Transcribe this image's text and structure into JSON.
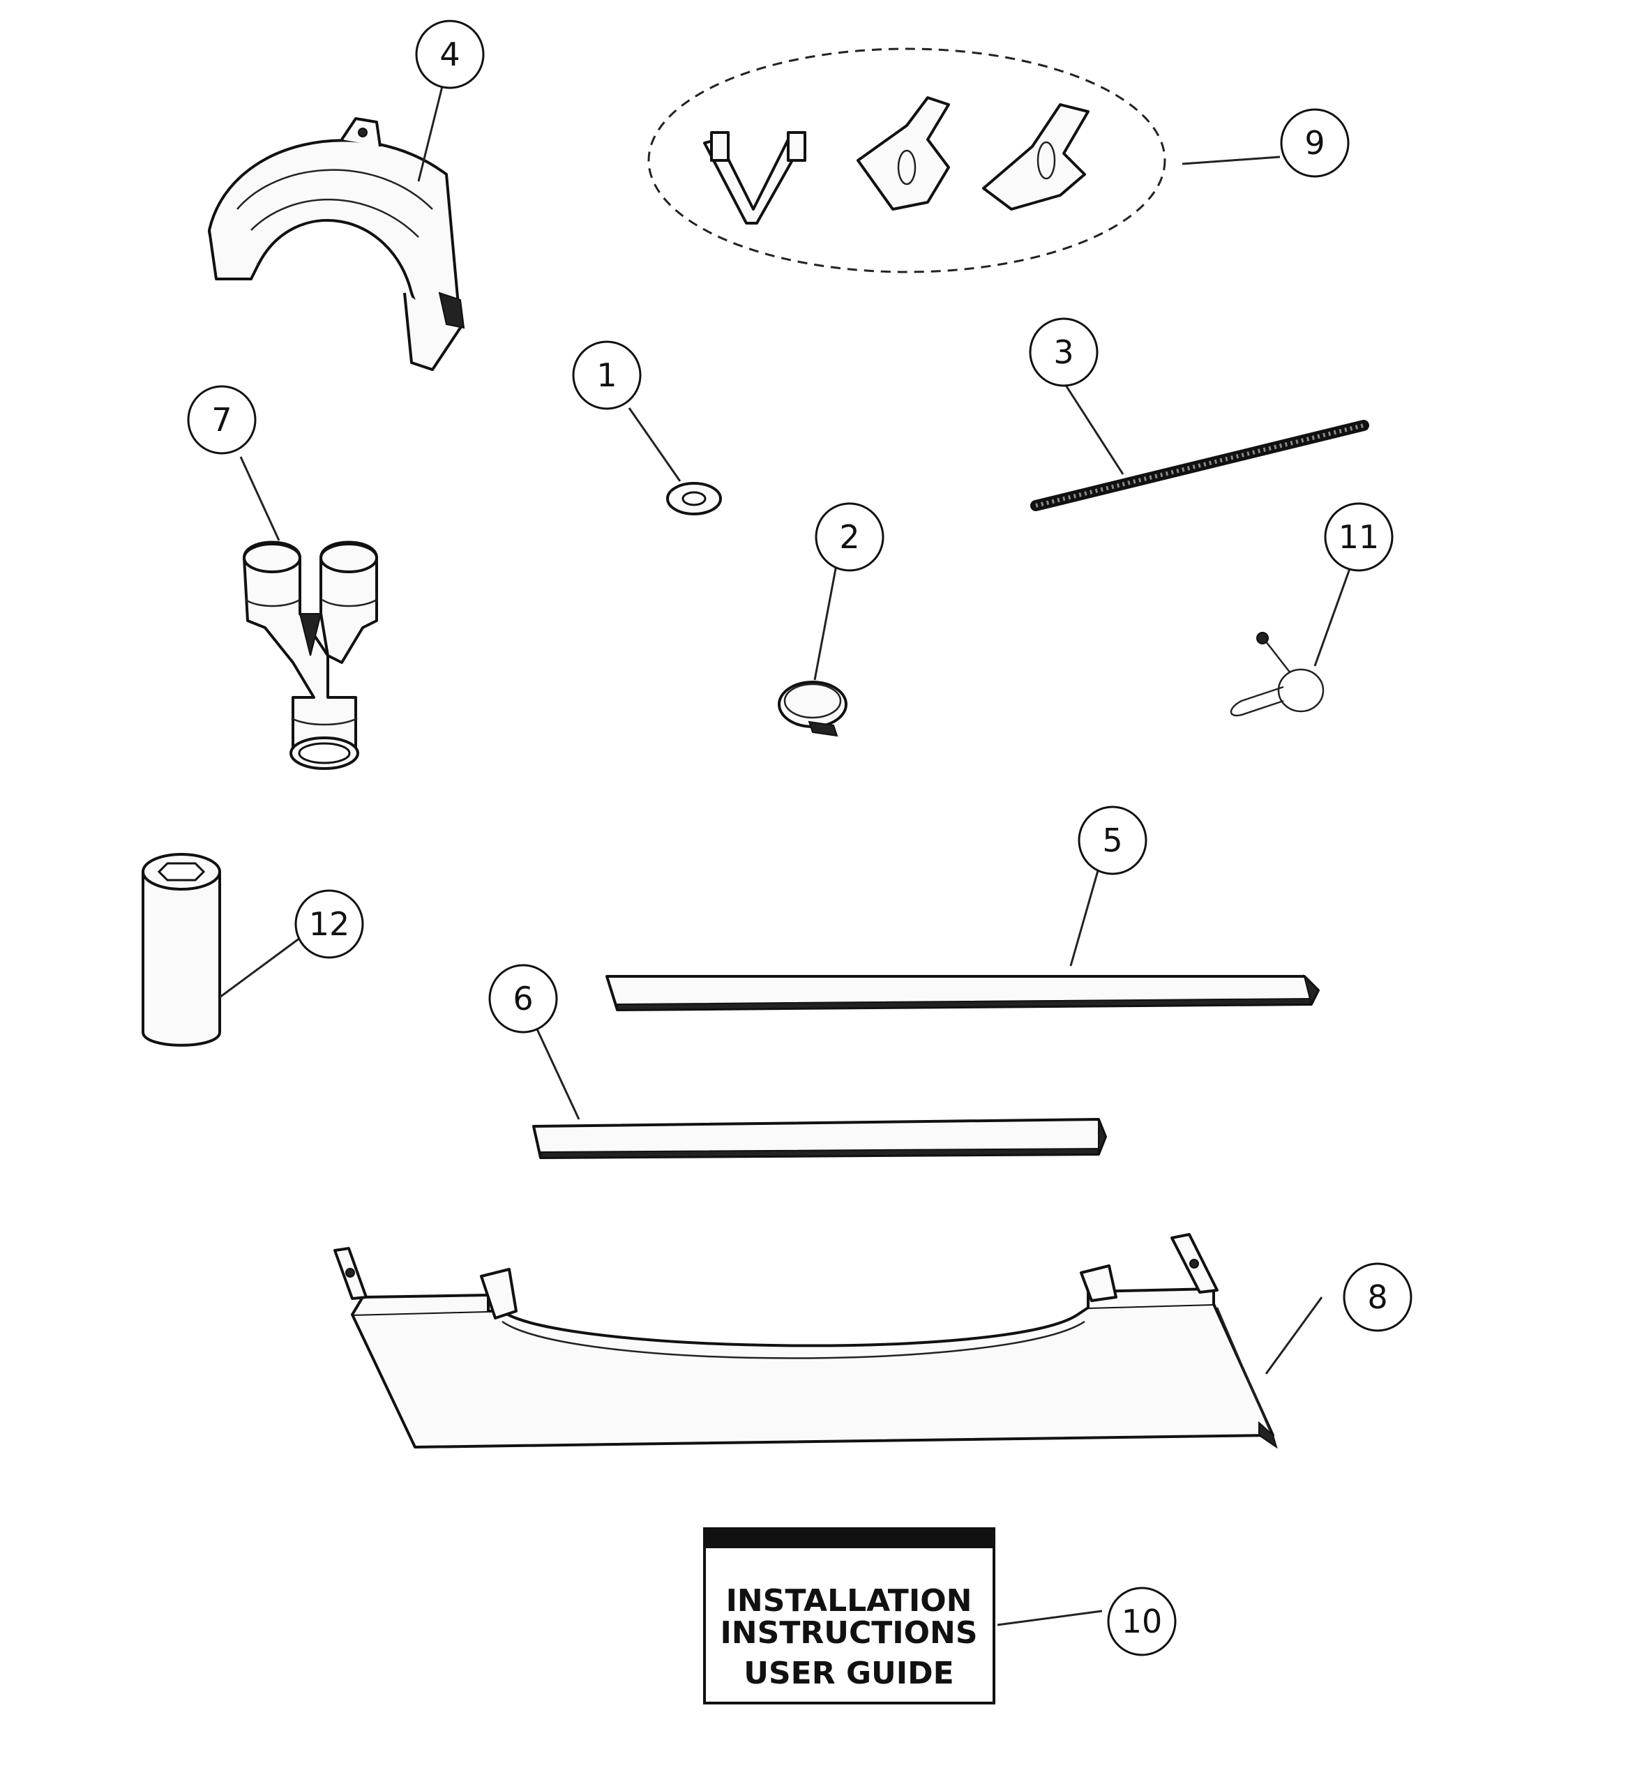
{
  "callouts": [
    {
      "id": "c4",
      "label": "4"
    },
    {
      "id": "c9",
      "label": "9"
    },
    {
      "id": "c1",
      "label": "1"
    },
    {
      "id": "c3",
      "label": "3"
    },
    {
      "id": "c7",
      "label": "7"
    },
    {
      "id": "c2",
      "label": "2"
    },
    {
      "id": "c11",
      "label": "11"
    },
    {
      "id": "c5",
      "label": "5"
    },
    {
      "id": "c12",
      "label": "12"
    },
    {
      "id": "c6",
      "label": "6"
    },
    {
      "id": "c8",
      "label": "8"
    },
    {
      "id": "c10",
      "label": "10"
    }
  ],
  "manual": {
    "line1": "INSTALLATION",
    "line2": "INSTRUCTIONS",
    "line3": "USER GUIDE"
  }
}
